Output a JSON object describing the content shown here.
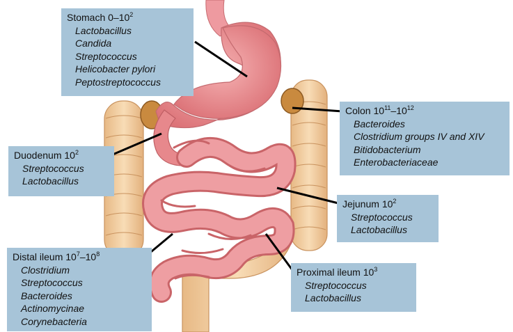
{
  "labels": {
    "stomach": {
      "region": "Stomach",
      "count_prefix": "0–10",
      "count_exp": "2",
      "count_suffix": "",
      "count_exp2": "",
      "organisms": [
        "Lactobacillus",
        "Candida",
        "Streptococcus",
        "Helicobacter pylori",
        "Peptostreptococcus"
      ]
    },
    "colon": {
      "region": "Colon",
      "count_prefix": "10",
      "count_exp": "11",
      "count_suffix": "–10",
      "count_exp2": "12",
      "organisms": [
        "Bacteroides",
        "Clostridium groups IV and XIV",
        "Bitidobacterium",
        "Enterobacteriaceae"
      ]
    },
    "duodenum": {
      "region": "Duodenum",
      "count_prefix": "10",
      "count_exp": "2",
      "count_suffix": "",
      "count_exp2": "",
      "organisms": [
        "Streptococcus",
        "Lactobacillus"
      ]
    },
    "jejunum": {
      "region": "Jejunum",
      "count_prefix": "10",
      "count_exp": "2",
      "count_suffix": "",
      "count_exp2": "",
      "organisms": [
        "Streptococcus",
        "Lactobacillus"
      ]
    },
    "proximal_ileum": {
      "region": "Proximal ileum",
      "count_prefix": "10",
      "count_exp": "3",
      "count_suffix": "",
      "count_exp2": "",
      "organisms": [
        "Streptococcus",
        "Lactobacillus"
      ]
    },
    "distal_ileum": {
      "region": "Distal ileum",
      "count_prefix": "10",
      "count_exp": "7",
      "count_suffix": "–10",
      "count_exp2": "8",
      "organisms": [
        "Clostridium",
        "Streptococcus",
        "Bacteroides",
        "Actinomycinae",
        "Corynebacteria"
      ]
    }
  },
  "colors": {
    "label_fill": "#a7c4d8",
    "stomach": "#e98f93",
    "small_intestine": "#e7888c",
    "large_intestine": "#f4d2a6",
    "pointer": "#000000"
  }
}
